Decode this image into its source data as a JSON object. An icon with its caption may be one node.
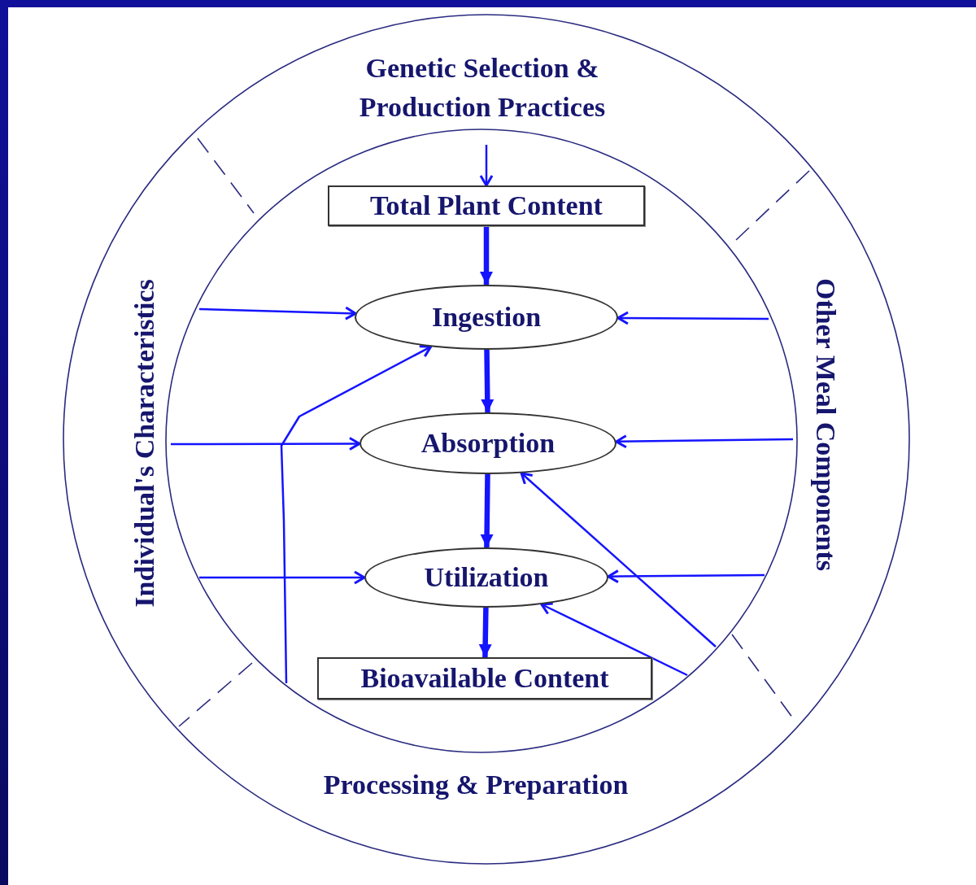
{
  "diagram": {
    "nodes": [
      {
        "text": [
          "Genetic Selection & Production Practices"
        ]
      },
      {
        "text": [
          "Individual's Characteristics"
        ]
      },
      {
        "text": [
          "Other Meal Components"
        ]
      },
      {
        "text": [
          "Processing & Preparation"
        ]
      },
      {
        "text": [
          "Total Plant Content"
        ]
      },
      {
        "text": [
          "Ingestion"
        ]
      },
      {
        "text": [
          "Absorption"
        ]
      },
      {
        "text": [
          "Utilization"
        ]
      },
      {
        "text": [
          "Bioavailable Content"
        ]
      }
    ],
    "edges": [
      {
        "from": 0,
        "to": 4,
        "arrow": "to"
      },
      {
        "from": 4,
        "to": 5,
        "arrow": "to",
        "style": "thick"
      },
      {
        "from": 5,
        "to": 6,
        "arrow": "to",
        "style": "thick"
      },
      {
        "from": 6,
        "to": 7,
        "arrow": "to",
        "style": "thick"
      },
      {
        "from": 7,
        "to": 8,
        "arrow": "to",
        "style": "thick"
      },
      {
        "from": 1,
        "to": 5,
        "arrow": "to"
      },
      {
        "from": 1,
        "to": 6,
        "arrow": "to"
      },
      {
        "from": 1,
        "to": 7,
        "arrow": "to"
      },
      {
        "from": 2,
        "to": 5,
        "arrow": "to"
      },
      {
        "from": 2,
        "to": 6,
        "arrow": "to"
      },
      {
        "from": 2,
        "to": 7,
        "arrow": "to"
      },
      {
        "from": null,
        "to": 5,
        "arrow": "to"
      },
      {
        "from": null,
        "to": 6,
        "arrow": "to"
      },
      {
        "from": null,
        "to": 7,
        "arrow": "to"
      }
    ]
  }
}
